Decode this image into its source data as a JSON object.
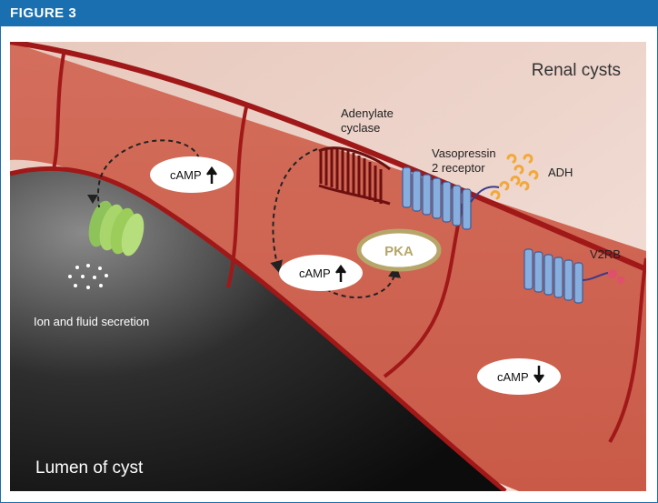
{
  "header": {
    "title": "FIGURE 3"
  },
  "labels": {
    "region_top": "Renal cysts",
    "region_bottom": "Lumen of cyst",
    "adenylate_cyclase_line1": "Adenylate",
    "adenylate_cyclase_line2": "cyclase",
    "vasopressin_line1": "Vasopressin",
    "vasopressin_line2": "2 receptor",
    "adh": "ADH",
    "v2rb": "V2RB",
    "pka": "PKA",
    "secretion": "Ion and fluid secretion",
    "camp": "cAMP"
  },
  "colors": {
    "header_bg": "#1a6fb0",
    "membrane": "#b01e1e",
    "receptor": "#7fa6d8",
    "cyclase": "#7a1010",
    "channel": "#9ccc5a",
    "adh": "#f2a83a",
    "v2rb": "#e0506a",
    "pka_border": "#b7a66a"
  },
  "camp_arrows": {
    "cell_left": "up",
    "cell_mid": "up",
    "cell_right": "down"
  }
}
